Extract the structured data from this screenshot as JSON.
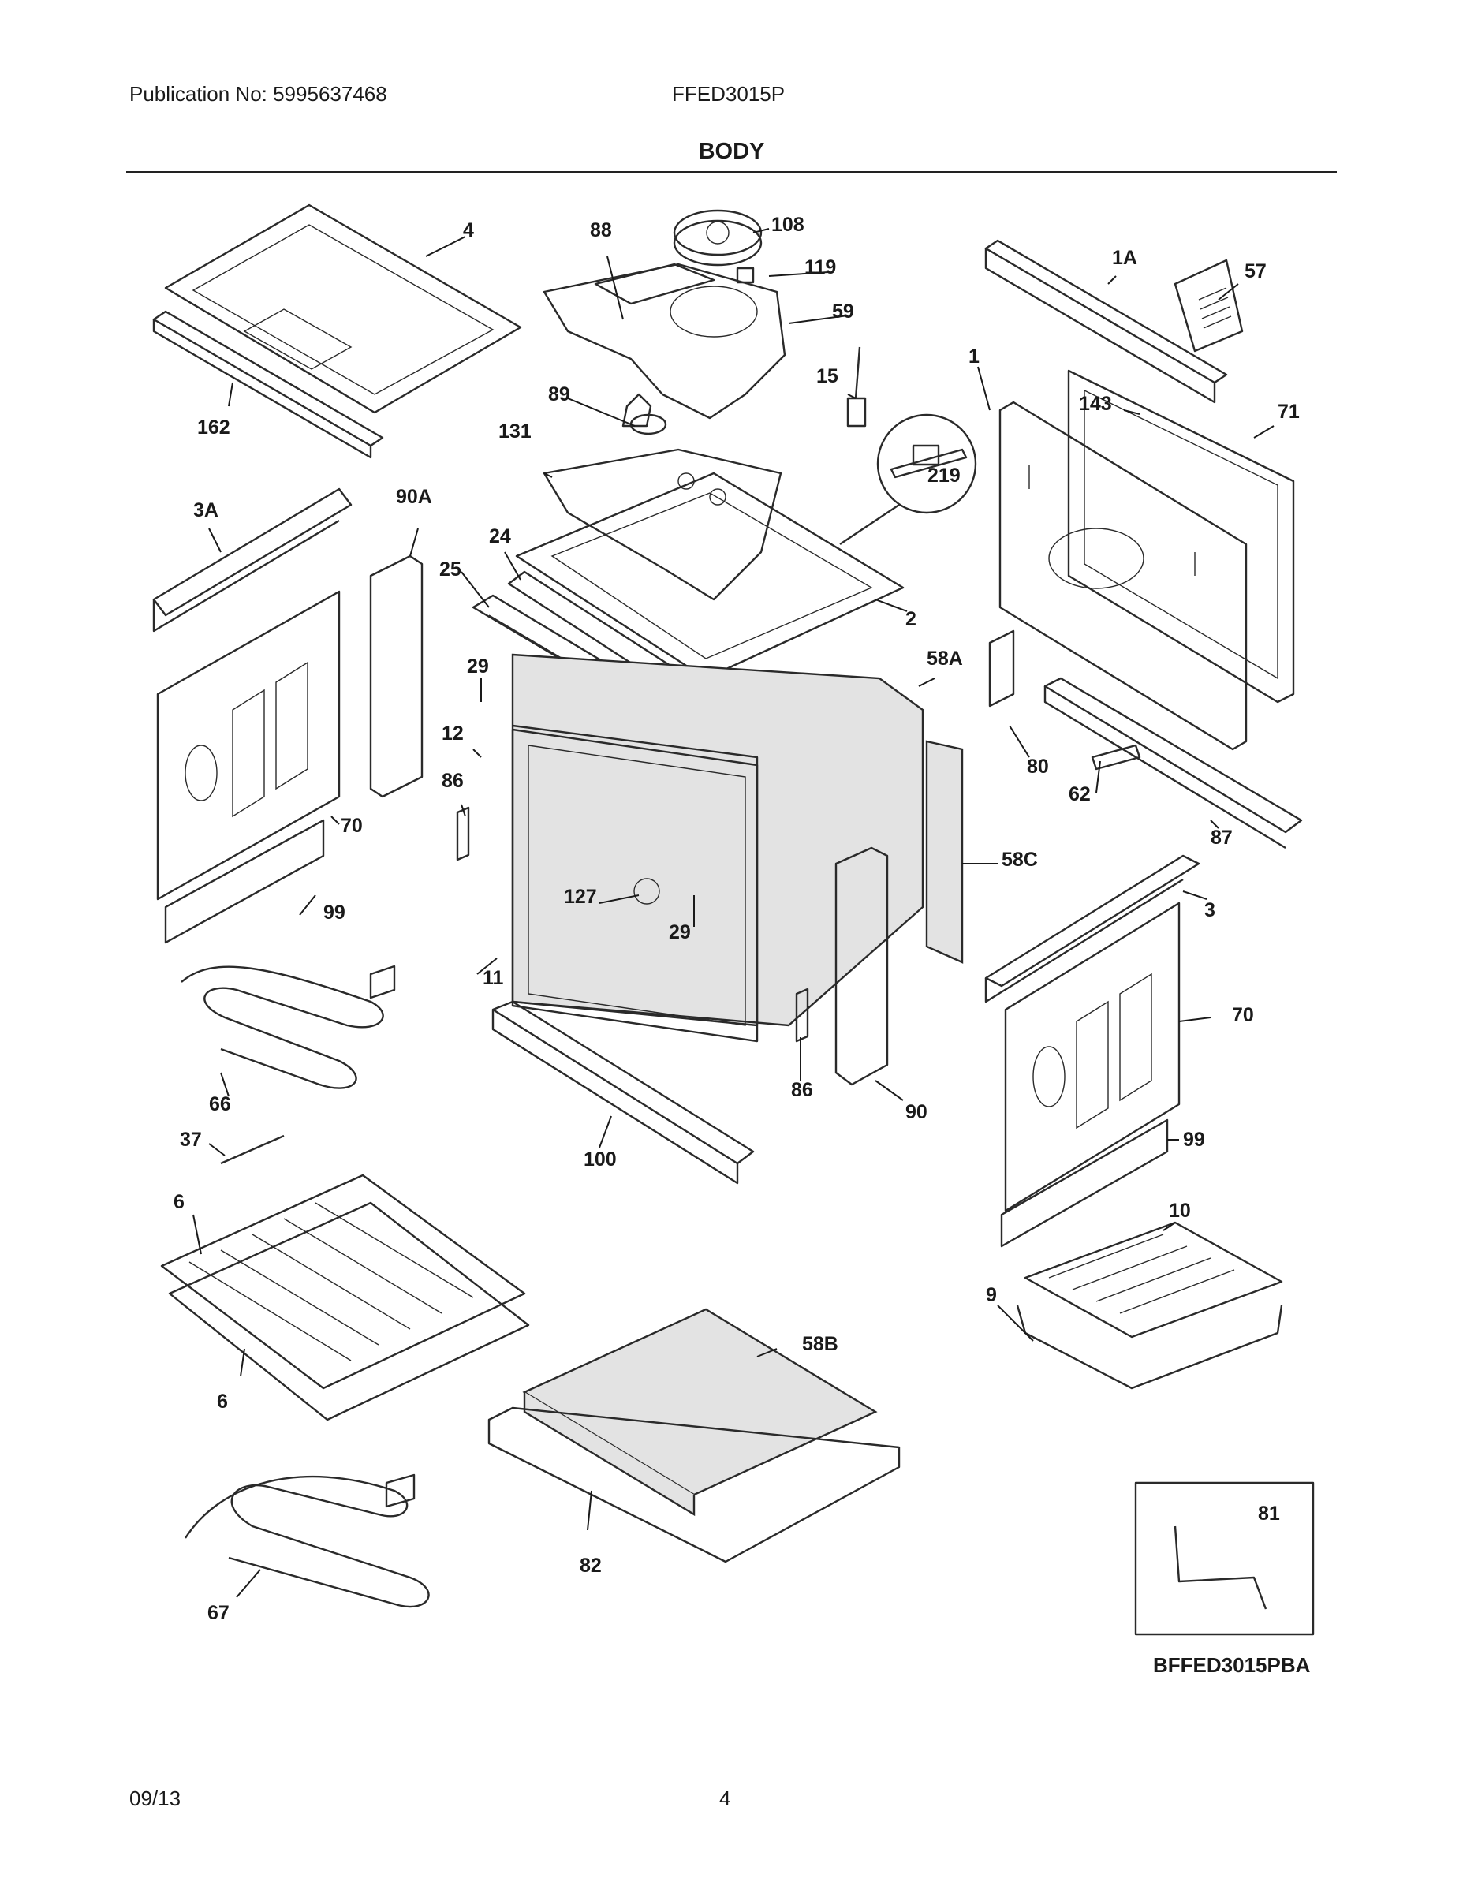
{
  "header": {
    "publication": "Publication No: 5995637468",
    "model": "FFED3015P",
    "title": "BODY"
  },
  "callouts": [
    "4",
    "162",
    "88",
    "108",
    "119",
    "59",
    "89",
    "131",
    "15",
    "219",
    "1A",
    "57",
    "1",
    "143",
    "71",
    "3A",
    "90A",
    "24",
    "25",
    "2",
    "29",
    "12",
    "86",
    "58A",
    "80",
    "62",
    "87",
    "70",
    "99",
    "127",
    "29",
    "11",
    "58C",
    "3",
    "70",
    "66",
    "86",
    "90",
    "100",
    "37",
    "99",
    "6",
    "10",
    "9",
    "6",
    "58B",
    "82",
    "67",
    "81"
  ],
  "inset_label": "81",
  "diagram_code": "BFFED3015PBA",
  "footer": {
    "date": "09/13",
    "page": "4"
  }
}
